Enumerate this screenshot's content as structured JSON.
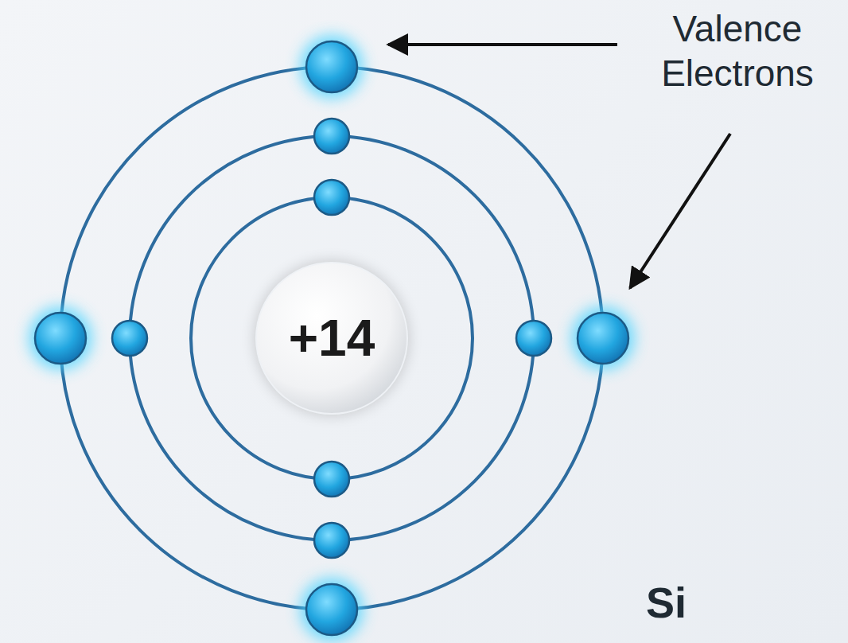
{
  "diagram": {
    "nodes": [
      {
        "text": [
          "+14"
        ]
      }
    ],
    "labels": [
      "Valence Electrons",
      "Si"
    ]
  }
}
